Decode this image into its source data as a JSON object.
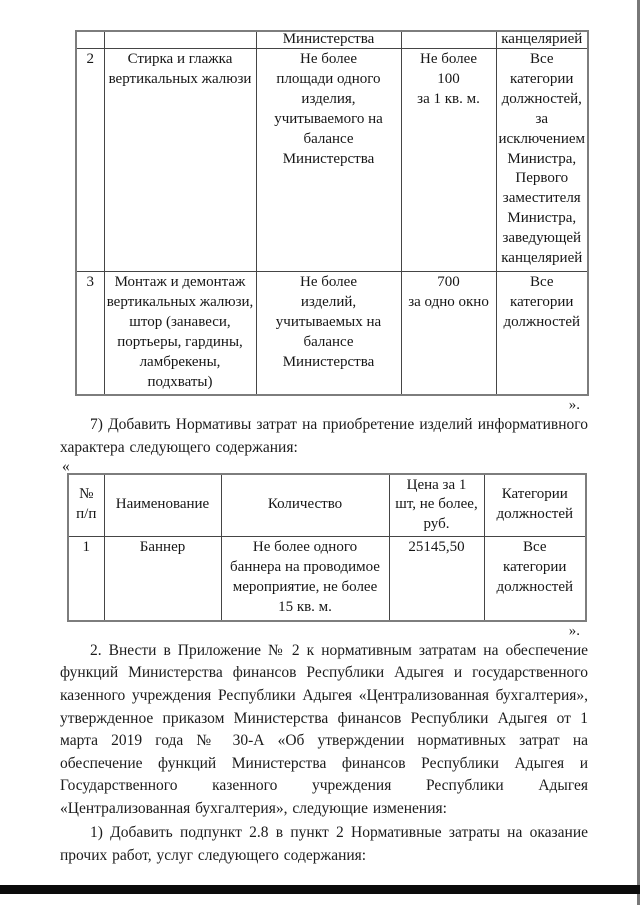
{
  "quotes": {
    "close": "».",
    "open": "«"
  },
  "tables": {
    "services": {
      "carryover": {
        "quantity_tail": "Министерства",
        "categories_tail": "канцелярией"
      },
      "rows": [
        {
          "num": "2",
          "name": "Стирка и глажка\nвертикальных жалюзи",
          "quantity": "Не более\nплощади одного\nизделия,\nучитываемого на\nбалансе\nМинистерства",
          "price": "Не более\n100\nза 1 кв. м.",
          "categories": "Все\nкатегории\nдолжностей,\nза\nисключением\nМинистра,\nПервого\nзаместителя\nМинистра,\nзаведующей\nканцелярией"
        },
        {
          "num": "3",
          "name": "Монтаж и демонтаж\nвертикальных жалюзи,\nштор (занавеси,\nпортьеры, гардины,\nламбрекены, подхваты)",
          "quantity": "Не более\nизделий,\nучитываемых на\nбалансе\nМинистерства",
          "price": "700\nза одно окно",
          "categories": "Все\nкатегории\nдолжностей"
        }
      ]
    },
    "banner": {
      "headers": {
        "num": "№\nп/п",
        "name": "Наименование",
        "quantity": "Количество",
        "price": "Цена за 1\nшт, не более,\nруб.",
        "categories": "Категории\nдолжностей"
      },
      "rows": [
        {
          "num": "1",
          "name": "Баннер",
          "quantity": "Не более одного\nбаннера на проводимое\nмероприятие, не более\n15 кв. м.",
          "price": "25145,50",
          "categories": "Все\nкатегории\nдолжностей"
        }
      ]
    }
  },
  "paragraphs": {
    "item7": "7) Добавить Нормативы затрат на приобретение изделий информативного характера следующего содержания:",
    "point2": "2. Внести в Приложение № 2 к нормативным затратам на обеспечение функций Министерства финансов Республики Адыгея и государственного казенного учреждения Республики Адыгея «Централизованная бухгалтерия», утвержденное приказом Министерства финансов Республики Адыгея от 1 марта 2019 года № 30-А «Об утверждении нормативных затрат на обеспечение функций Министерства финансов Республики Адыгея и Государственного казенного учреждения Республики Адыгея «Централизованная бухгалтерия», следующие изменения:",
    "subitem1": "1) Добавить подпункт 2.8 в пункт 2 Нормативные затраты на оказание прочих работ, услуг следующего содержания:"
  }
}
